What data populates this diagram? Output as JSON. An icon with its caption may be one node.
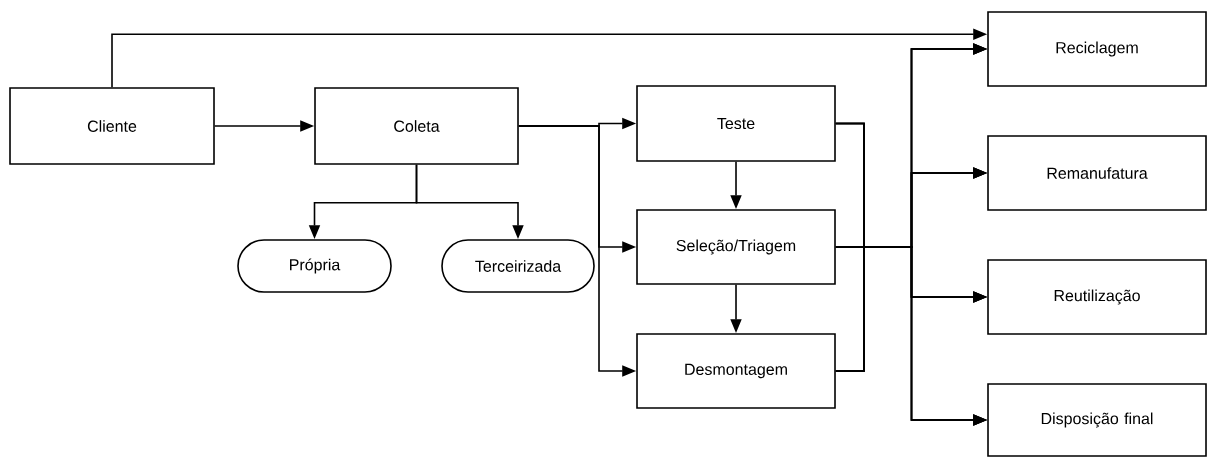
{
  "diagram": {
    "nodes": [
      {
        "text": [
          "Cliente"
        ]
      },
      {
        "text": [
          "Coleta"
        ]
      },
      {
        "text": [
          "Própria"
        ]
      },
      {
        "text": [
          "Terceirizada"
        ]
      },
      {
        "text": [
          "Teste"
        ]
      },
      {
        "text": [
          "Seleção/Triagem"
        ]
      },
      {
        "text": [
          "Desmontagem"
        ]
      },
      {
        "text": [
          "Reciclagem"
        ]
      },
      {
        "text": [
          "Remanufatura"
        ]
      },
      {
        "text": [
          "Reutilização"
        ]
      },
      {
        "text": [
          "Disposição final"
        ]
      }
    ],
    "edges": [
      {
        "from": 0,
        "to": 7,
        "arrow": "to"
      },
      {
        "from": 0,
        "to": 1,
        "arrow": "to"
      },
      {
        "from": 1,
        "to": 2,
        "arrow": "to"
      },
      {
        "from": 1,
        "to": 3,
        "arrow": "to"
      },
      {
        "from": 1,
        "to": 4,
        "arrow": "to"
      },
      {
        "from": 1,
        "to": 5,
        "arrow": "to"
      },
      {
        "from": 1,
        "to": 6,
        "arrow": "to"
      },
      {
        "from": 4,
        "to": 5,
        "arrow": "to"
      },
      {
        "from": 5,
        "to": 6,
        "arrow": "to"
      },
      {
        "from": 4,
        "to": 7,
        "arrow": "to"
      },
      {
        "from": 4,
        "to": 8,
        "arrow": "to"
      },
      {
        "from": 4,
        "to": 9,
        "arrow": "to"
      },
      {
        "from": 4,
        "to": 10,
        "arrow": "to"
      },
      {
        "from": 5,
        "to": 7,
        "arrow": "to"
      },
      {
        "from": 5,
        "to": 8,
        "arrow": "to"
      },
      {
        "from": 5,
        "to": 9,
        "arrow": "to"
      },
      {
        "from": 5,
        "to": 10,
        "arrow": "to"
      },
      {
        "from": 6,
        "to": 7,
        "arrow": "to"
      },
      {
        "from": 6,
        "to": 8,
        "arrow": "to"
      },
      {
        "from": 6,
        "to": 9,
        "arrow": "to"
      },
      {
        "from": 6,
        "to": 10,
        "arrow": "to"
      }
    ]
  }
}
